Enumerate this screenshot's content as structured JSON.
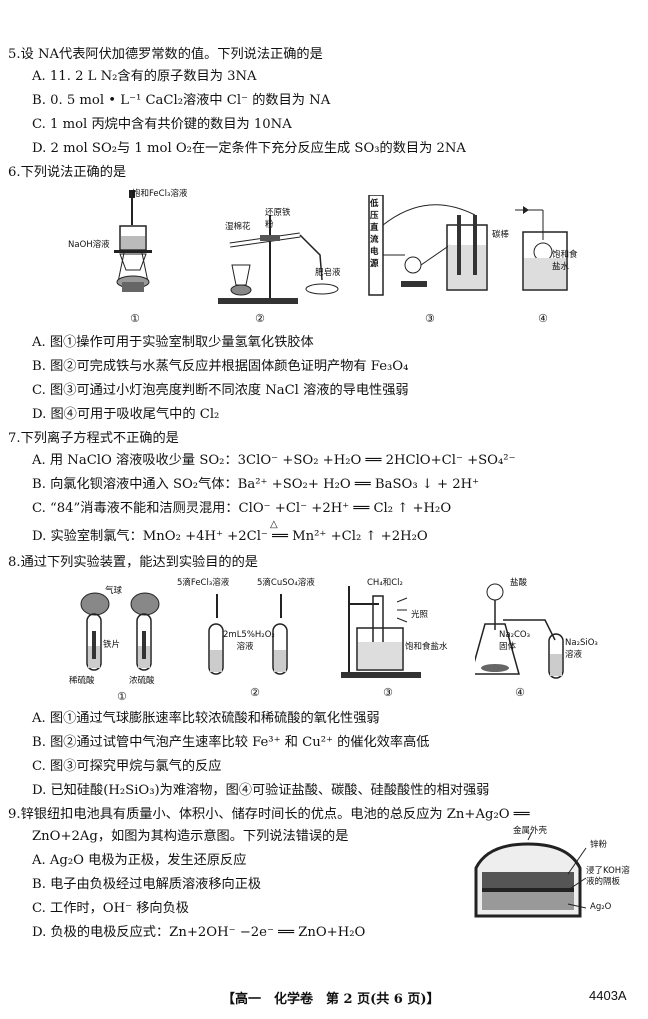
{
  "questions": [
    {
      "stem": "5.设 NA代表阿伏加德罗常数的值。下列说法正确的是",
      "options": [
        "A. 11. 2 L N₂含有的原子数目为 3NA",
        "B. 0. 5 mol • L⁻¹ CaCl₂溶液中 Cl⁻ 的数目为 NA",
        "C. 1 mol 丙烷中含有共价键的数目为 10NA",
        "D. 2 mol SO₂与 1 mol O₂在一定条件下充分反应生成 SO₃的数目为 2NA"
      ]
    },
    {
      "stem": "6.下列说法正确的是",
      "figure_labels": {
        "fecl3": "饱和FeCl₃溶液",
        "naoh": "NaOH溶液",
        "wet_cotton": "湿棉花",
        "reduced_iron": "还原铁粉",
        "soap": "肥皂液",
        "dc_power": "低压直流电源",
        "carbon_rod": "碳棒",
        "saturated_salt": "饱和食盐水",
        "circled": [
          "①",
          "②",
          "③",
          "④"
        ]
      },
      "options": [
        "A. 图①操作可用于实验室制取少量氢氧化铁胶体",
        "B. 图②可完成铁与水蒸气反应并根据固体颜色证明产物有 Fe₃O₄",
        "C. 图③可通过小灯泡亮度判断不同浓度 NaCl 溶液的导电性强弱",
        "D. 图④可用于吸收尾气中的 Cl₂"
      ]
    },
    {
      "stem": "7.下列离子方程式不正确的是",
      "options": [
        "A. 用 NaClO 溶液吸收少量 SO₂：3ClO⁻ +SO₂ +H₂O ══ 2HClO+Cl⁻ +SO₄²⁻",
        "B. 向氯化钡溶液中通入 SO₂气体：Ba²⁺ +SO₂+ H₂O ══ BaSO₃ ↓ + 2H⁺",
        "C. “84”消毒液不能和洁厕灵混用：ClO⁻ +Cl⁻ +2H⁺ ══ Cl₂ ↑ +H₂O",
        "D. 实验室制氯气：MnO₂ +4H⁺ +2Cl⁻ ══ Mn²⁺ +Cl₂ ↑ +2H₂O"
      ],
      "heat_symbol": "△"
    },
    {
      "stem": "8.通过下列实验装置，能达到实验目的的是",
      "figure_labels": {
        "balloon": "气球",
        "iron_sheet": "铁片",
        "dilute_h2so4": "稀硫酸",
        "conc_h2so4": "浓硫酸",
        "fecl3_drop": "5滴FeCl₃溶液",
        "cuso4_drop": "5滴CuSO₄溶液",
        "h2o2": "2mL5%H₂O₂溶液",
        "ch4_cl2": "CH₄和Cl₂",
        "light": "光照",
        "saturated_salt": "饱和食盐水",
        "hcl": "盐酸",
        "na2co3": "Na₂CO₃固体",
        "na2sio3": "Na₂SiO₃溶液",
        "circled": [
          "①",
          "②",
          "③",
          "④"
        ]
      },
      "options": [
        "A. 图①通过气球膨胀速率比较浓硫酸和稀硫酸的氧化性强弱",
        "B. 图②通过试管中气泡产生速率比较 Fe³⁺ 和 Cu²⁺ 的催化效率高低",
        "C. 图③可探究甲烷与氯气的反应",
        "D. 已知硅酸(H₂SiO₃)为难溶物，图④可验证盐酸、碳酸、硅酸酸性的相对强弱"
      ]
    },
    {
      "stem_line1": "9.锌银纽扣电池具有质量小、体积小、储存时间长的优点。电池的总反应为 Zn+Ag₂O ══",
      "stem_line2": "ZnO+2Ag，如图为其构造示意图。下列说法错误的是",
      "figure_labels": {
        "metal_shell": "金属外壳",
        "zinc_powder": "锌粉",
        "separator": "浸了KOH溶液的隔板",
        "ag2o": "Ag₂O"
      },
      "options": [
        "A. Ag₂O 电极为正极，发生还原反应",
        "B. 电子由负极经过电解质溶液移向正极",
        "C. 工作时，OH⁻ 移向负极",
        "D. 负极的电极反应式：Zn+2OH⁻ −2e⁻ ══ ZnO+H₂O"
      ]
    }
  ],
  "footer": {
    "center": "【高一　化学卷　第 2 页(共 6 页)】",
    "code": "4403A"
  }
}
